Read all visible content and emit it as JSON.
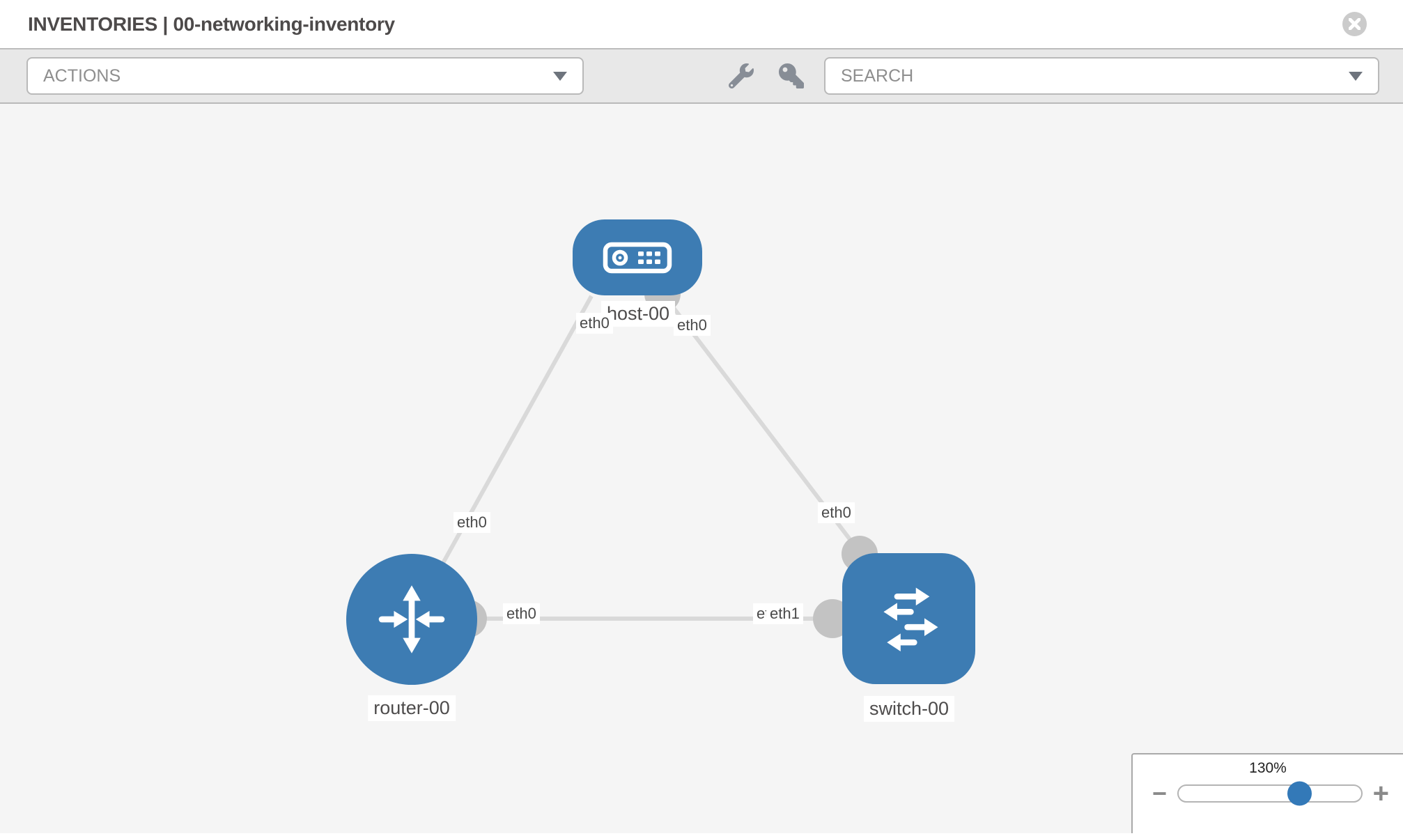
{
  "header": {
    "title": "INVENTORIES | 00-networking-inventory"
  },
  "toolbar": {
    "actions_placeholder": "ACTIONS",
    "search_placeholder": "SEARCH",
    "icons": [
      "wrench-icon",
      "key-icon"
    ]
  },
  "topology": {
    "nodes": [
      {
        "id": "host-00",
        "label": "host-00",
        "type": "host",
        "icon": "server-icon"
      },
      {
        "id": "router-00",
        "label": "router-00",
        "type": "router",
        "icon": "router-arrows-icon"
      },
      {
        "id": "switch-00",
        "label": "switch-00",
        "type": "switch",
        "icon": "switch-arrows-icon"
      }
    ],
    "links": [
      {
        "source": "router-00",
        "target": "host-00",
        "source_interface": "eth0",
        "target_interface": "eth0"
      },
      {
        "source": "switch-00",
        "target": "host-00",
        "source_interface": "eth0",
        "target_interface": "eth0"
      },
      {
        "source": "router-00",
        "target": "switch-00",
        "source_interface": "eth0",
        "target_interface": "eth1",
        "target_interface_overlapped": "eth0"
      }
    ]
  },
  "zoom_control": {
    "value": "130%",
    "zoom_out_glyph": "−",
    "zoom_in_glyph": "+"
  },
  "colors": {
    "node_fill": "#3d7cb3",
    "slider_thumb": "#3379b8",
    "link_line": "#d9d9d9",
    "interface_circle": "#c3c3c3",
    "toolbar_bg": "#e8e8e8",
    "canvas_bg": "#f5f5f5"
  }
}
